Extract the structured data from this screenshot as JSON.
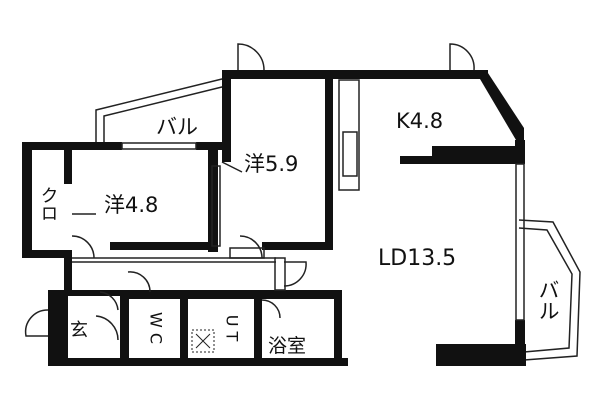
{
  "rooms": {
    "kitchen": "K4.8",
    "living_dining": "LD13.5",
    "western_room_1": "洋5.9",
    "western_room_2": "洋4.8",
    "closet": "クロ",
    "balcony_top": "バル",
    "balcony_right": "バル",
    "entrance": "玄",
    "toilet": "W C",
    "utility": "U T",
    "bathroom": "浴室"
  },
  "colors": {
    "wall": "#111111",
    "thin_line": "#222222",
    "background": "#ffffff"
  }
}
